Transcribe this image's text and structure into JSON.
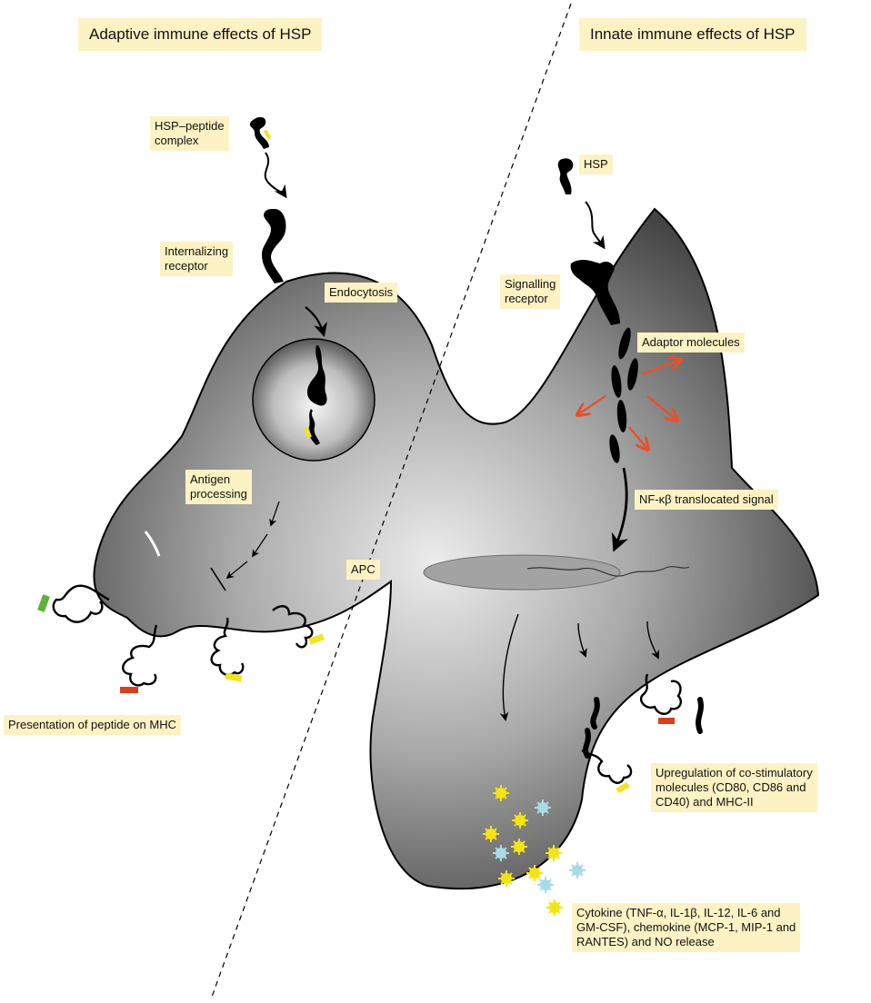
{
  "headers": {
    "adaptive": "Adaptive immune effects of  HSP",
    "innate": "Innate immune effects of HSP"
  },
  "labels": {
    "hsp_peptide_complex": "HSP–peptide\ncomplex",
    "internalizing_receptor": "Internalizing\nreceptor",
    "endocytosis": "Endocytosis",
    "antigen_processing": "Antigen\nprocessing",
    "apc": "APC",
    "presentation": "Presentation of peptide on MHC",
    "hsp": "HSP",
    "signalling_receptor": "Signalling\nreceptor",
    "adaptor_molecules": "Adaptor molecules",
    "nfkb": "NF-κβ translocated signal",
    "upregulation": "Upregulation of co-stimulatory\nmolecules (CD80, CD86 and\nCD40) and MHC-II",
    "cytokine": "Cytokine (TNF-α, IL-1β, IL-12, IL-6 and\nGM-CSF), chemokine (MCP-1, MIP-1 and\nRANTES) and NO release"
  },
  "colors": {
    "label_bg": "#fdf2c4",
    "cell_dark": "#3a3a3a",
    "cell_light": "#e6e6e6",
    "red_arrow": "#e8502a",
    "peptide_yellow": "#f3e321",
    "peptide_red": "#d7401f",
    "peptide_green": "#5fb23a",
    "cytokine_yellow": "#f5e315",
    "cytokine_blue": "#a9dbe6"
  }
}
